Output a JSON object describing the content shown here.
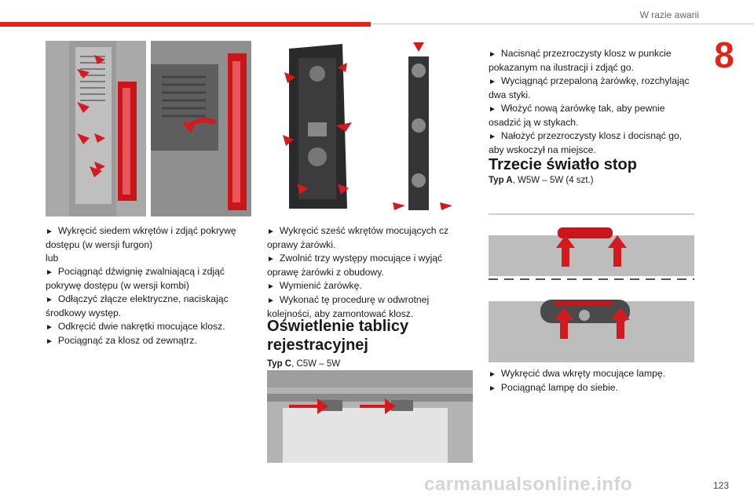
{
  "header": {
    "section": "W razie awarii",
    "chapter_number": "8",
    "accent_color": "#e3241b"
  },
  "col1": {
    "steps": [
      "Wykręcić siedem wkrętów i zdjąć pokrywę dostępu (w wersji furgon)",
      "lub",
      "Pociągnąć dźwignię zwalniającą i zdjąć pokrywę dostępu (w wersji kombi)",
      "Odłączyć złącze elektryczne, naciskając środkowy występ.",
      "Odkręcić dwie nakrętki mocujące klosz.",
      "Pociągnąć za klosz od zewnątrz."
    ]
  },
  "col2": {
    "steps": [
      "Wykręcić sześć wkrętów mocujących cz oprawy żarówki.",
      "Zwolnić trzy występy mocujące i wyjąć oprawę żarówki z obudowy.",
      "Wymienić żarówkę.",
      "Wykonać tę procedurę w odwrotnej kolejności, aby zamontować klosz."
    ],
    "heading_line1": "Oświetlenie tablicy",
    "heading_line2": "rejestracyjnej",
    "type_label": "Typ C",
    "type_value": ", C5W – 5W"
  },
  "col3": {
    "steps_top": [
      "Nacisnąć przezroczysty klosz w punkcie pokazanym na ilustracji i zdjąć go.",
      "Wyciągnąć przepaloną żarówkę, rozchylając dwa styki.",
      "Włożyć nową żarówkę tak, aby pewnie osadzić ją w stykach.",
      "Nałożyć przezroczysty klosz i docisnąć go, aby wskoczył na miejsce."
    ],
    "heading": "Trzecie światło stop",
    "type_label": "Typ A",
    "type_value": ", W5W – 5W (4 szt.)",
    "steps_bottom": [
      "Wykręcić dwa wkręty mocujące lampę.",
      "Pociągnąć lampę do siebie."
    ]
  },
  "footer": {
    "page_number": "123",
    "watermark": "carmanualsonline.info"
  }
}
